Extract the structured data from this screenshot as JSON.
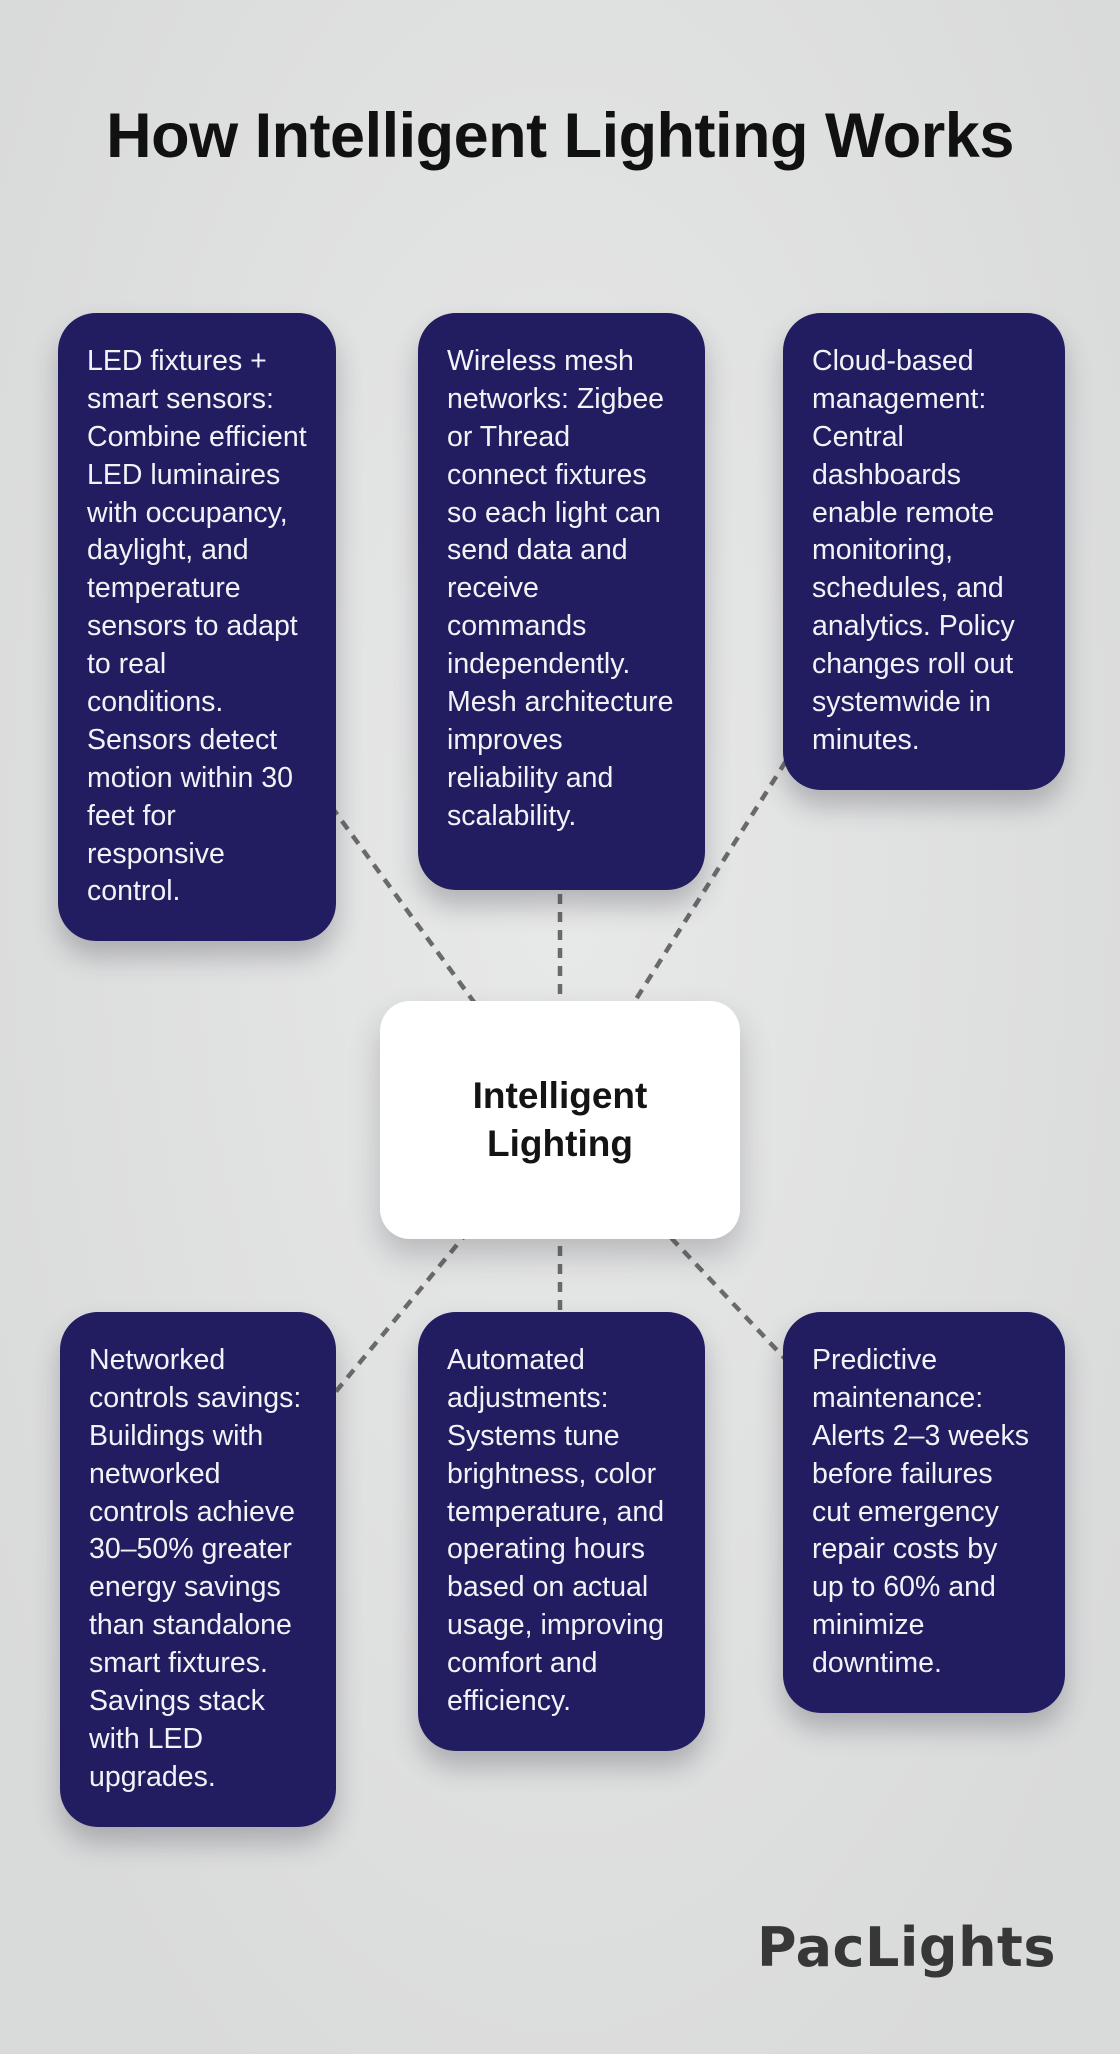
{
  "title": "How Intelligent Lighting Works",
  "center": {
    "label": "Intelligent Lighting"
  },
  "cards": [
    {
      "id": "led-fixtures-smart-sensors",
      "text": "LED fixtures + smart sensors: Combine efficient LED luminaires with occupancy, daylight, and temperature sensors to adapt to real conditions. Sensors detect motion within 30 feet for responsive control."
    },
    {
      "id": "wireless-mesh-networks",
      "text": "Wireless mesh networks: Zigbee or Thread connect fixtures so each light can send data and receive commands independently. Mesh architecture improves reliability and scalability."
    },
    {
      "id": "cloud-based-management",
      "text": "Cloud-based management: Central dashboards enable remote monitoring, schedules, and analytics. Policy changes roll out systemwide in minutes."
    },
    {
      "id": "networked-controls-savings",
      "text": "Networked controls savings: Buildings with networked controls achieve 30–50% greater energy savings than standalone smart fixtures. Savings stack with LED upgrades."
    },
    {
      "id": "automated-adjustments",
      "text": "Automated adjustments: Systems tune brightness, color temperature, and operating hours based on actual usage, improving comfort and efficiency."
    },
    {
      "id": "predictive-maintenance",
      "text": "Predictive maintenance: Alerts 2–3 weeks before failures cut emergency repair costs by up to 60% and minimize downtime."
    }
  ],
  "brand": {
    "logo_text": "PacLights"
  },
  "colors": {
    "background": "#e0e1e1",
    "card_bg": "#211d60",
    "card_text": "#f2f2f7",
    "connector": "#6a6a6a",
    "title_text": "#111111",
    "center_bg": "#ffffff",
    "center_text": "#141414",
    "logo_text": "#373737"
  }
}
